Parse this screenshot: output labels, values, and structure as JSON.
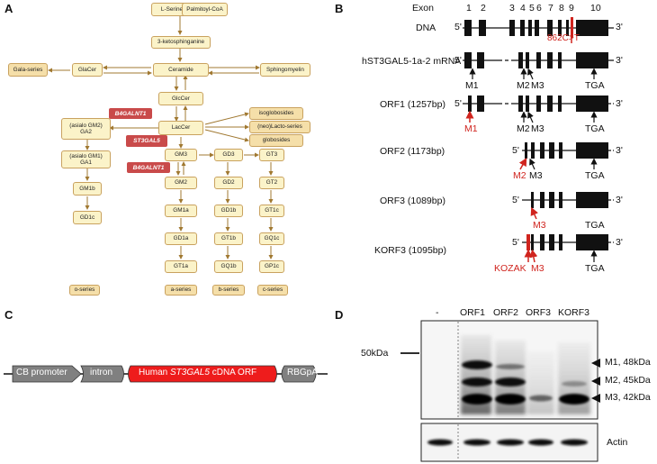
{
  "panels": {
    "a": "A",
    "b": "B",
    "c": "C",
    "d": "D"
  },
  "pathway": {
    "l_serine": "L-Serine",
    "palmitoyl_coa": "Palmitoyl-CoA",
    "ketosphinganine": "3-ketosphinganine",
    "ceramide": "Ceramide",
    "sphingomyelin": "Sphingomyelin",
    "glacer": "GlaCer",
    "gala_series": "Gala-series",
    "glccer": "GlcCer",
    "laccer": "LacCer",
    "asialo_gm2": "(asialo GM2)",
    "ga2": "GA2",
    "asialo_gm1": "(asialo GM1)",
    "ga1": "GA1",
    "gm1b": "GM1b",
    "gd1c": "GD1c",
    "isoglobosides": "isoglobosides",
    "neolacto": "(neo)Lacto-series",
    "globosides": "globosides",
    "gm3": "GM3",
    "gd3": "GD3",
    "gt3": "GT3",
    "gm2": "GM2",
    "gd2": "GD2",
    "gt2": "GT2",
    "gm1a": "GM1a",
    "gd1b": "GD1b",
    "gt1c": "GT1c",
    "gd1a": "GD1a",
    "gt1b": "GT1b",
    "gq1c": "GQ1c",
    "gt1a": "GT1a",
    "gq1b": "GQ1b",
    "gp1c": "GP1c",
    "o_series": "o-series",
    "a_series": "a-series",
    "b_series": "b-series",
    "c_series": "c-series",
    "enzymes": {
      "b4galnt1_top": "B4GALNT1",
      "st3gal5": "ST3GAL5",
      "b4galnt1_bottom": "B4GALNT1"
    }
  },
  "gene": {
    "exon_title": "Exon",
    "exon_numbers": [
      "1",
      "2",
      "3",
      "4",
      "5",
      "6",
      "7",
      "8",
      "9",
      "10"
    ],
    "five_prime": "5'",
    "three_prime": "3'",
    "mutation": "862C>T",
    "rows": [
      {
        "label": "DNA"
      },
      {
        "label": "hST3GAL5-1a-2 mRNA",
        "markers": [
          "M1",
          "M2",
          "M3",
          "TGA"
        ]
      },
      {
        "label": "ORF1 (1257bp)",
        "markers": [
          "M1",
          "M2",
          "M3",
          "TGA"
        ]
      },
      {
        "label": "ORF2 (1173bp)",
        "markers": [
          "M2",
          "M3",
          "TGA"
        ]
      },
      {
        "label": "ORF3 (1089bp)",
        "markers": [
          "M3",
          "TGA"
        ]
      },
      {
        "label": "KORF3 (1095bp)",
        "markers": [
          "KOZAK",
          "M3",
          "TGA"
        ]
      }
    ]
  },
  "construct": {
    "promoter": "CB promoter",
    "intron": "intron",
    "orf_prefix": "Human ",
    "orf_gene": "ST3GAL5",
    "orf_suffix": " cDNA ORF",
    "polya": "RBGpA"
  },
  "blot": {
    "lanes": [
      "-",
      "ORF1",
      "ORF2",
      "ORF3",
      "KORF3"
    ],
    "marker": "50kDa",
    "bands": [
      "M1, 48kDa",
      "M2, 45kDa",
      "M3, 42kDa"
    ],
    "loading_control": "Actin"
  },
  "colors": {
    "highlight_red": "#d0241e",
    "enzyme_red": "#c94a4a",
    "node_fill": "#fbf3c9",
    "node_border": "#c9a25f",
    "arrow": "#a07830"
  }
}
